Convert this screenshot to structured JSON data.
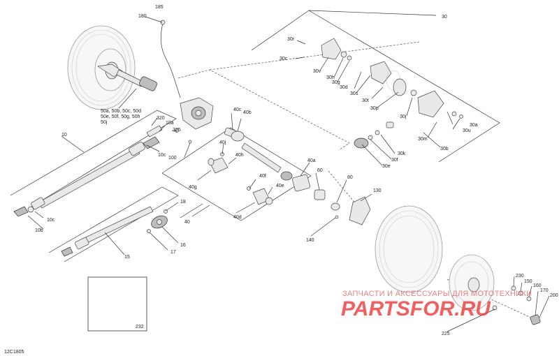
{
  "diagram": {
    "id": "12C1805",
    "inset_label": "232"
  },
  "watermark": {
    "text": "ЗАПЧАСТИ И АКСЕССУАРЫ ДЛЯ МОТОТЕХНИКИ",
    "logo": "PARTSFOR.RU",
    "color": "#ef4444"
  },
  "callouts": {
    "c185": "185",
    "c180": "180",
    "c30": "30",
    "c30r": "30r",
    "c30c": "30c",
    "c30v": "30v",
    "c30h": "30h",
    "c30g": "30g",
    "c30d": "30d",
    "c30s": "30s",
    "c30t": "30t",
    "c30p": "30p",
    "c30j": "30j",
    "c30a": "30a",
    "c30u": "30u",
    "c30m": "30m",
    "c30b": "30b",
    "c30k": "30k",
    "c30f": "30f",
    "c30e": "30e",
    "c50_line1": "50a, 50b, 50c, 50d",
    "c50_line2": "50e, 50f, 50g, 50h",
    "c50_line3": "50j",
    "c10": "10",
    "c10a": "10a",
    "c10b": "10b",
    "c10c_a": "10c",
    "c10c_b": "10c",
    "c320": "320",
    "c325": "325",
    "c100": "100",
    "c40c": "40c",
    "c40b": "40b",
    "c40j": "40j",
    "c40h": "40h",
    "c40g": "40g",
    "c40f": "40f",
    "c40e": "40e",
    "c40d": "40d",
    "c40a": "40a",
    "c40": "40",
    "c60": "60",
    "c80": "80",
    "c130": "130",
    "c140": "140",
    "c18": "18",
    "c15": "15",
    "c16": "16",
    "c17": "17",
    "c230": "230",
    "c150": "150",
    "c160": "160",
    "c170": "170",
    "c200": "200",
    "c225": "225"
  }
}
